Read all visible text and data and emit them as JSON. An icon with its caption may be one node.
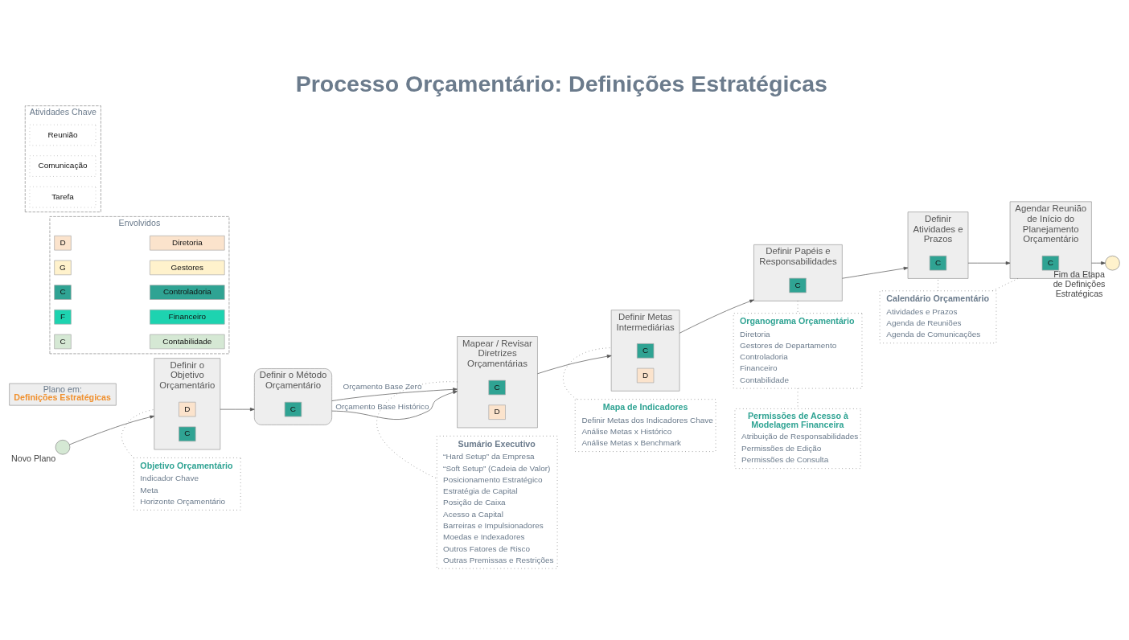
{
  "diagram": {
    "title": "Processo Orçamentário: Definições Estratégicas",
    "nodes": [
      {
        "text": [],
        "shape": "circle",
        "beside": [
          "Novo Plano"
        ]
      },
      {
        "text": [
          "Definir o Objetivo Orçamentário"
        ]
      },
      {
        "text": [
          "D"
        ],
        "in": 1
      },
      {
        "text": [
          "C"
        ],
        "in": 1
      },
      {
        "text": [
          "Definir o Método Orçamentário"
        ]
      },
      {
        "text": [
          "C"
        ],
        "in": 4
      },
      {
        "text": [
          "Mapear / Revisar Diretrizes Orçamentárias"
        ]
      },
      {
        "text": [
          "C"
        ],
        "in": 6
      },
      {
        "text": [
          "D"
        ],
        "in": 6
      },
      {
        "text": [
          "Definir Metas Intermediárias"
        ]
      },
      {
        "text": [
          "C"
        ],
        "in": 9
      },
      {
        "text": [
          "D"
        ],
        "in": 9
      },
      {
        "text": [
          "Definir Papéis e Responsabilidades"
        ]
      },
      {
        "text": [
          "C"
        ],
        "in": 12
      },
      {
        "text": [
          "Definir Atividades e Prazos"
        ]
      },
      {
        "text": [
          "C"
        ],
        "in": 14
      },
      {
        "text": [
          "Agendar Reunião de Início do Planejamento Orçamentário"
        ]
      },
      {
        "text": [
          "C"
        ],
        "in": 16
      },
      {
        "text": [],
        "shape": "circle",
        "beside": [
          "Fim da Etapa de Definições Estratégicas"
        ]
      },
      {
        "text": [
          "Objetivo Orçamentário",
          "Indicador Chave",
          "Meta",
          "Horizonte Orçamentário"
        ]
      },
      {
        "text": [
          "Mapa de Indicadores",
          "Definir Metas dos Indicadores Chave",
          "Análise Metas x Histórico",
          "Análise Metas x Benchmark"
        ]
      },
      {
        "text": [
          "Calendário Orçamentário",
          "Atividades e Prazos",
          "Agenda de Reuniões",
          "Agenda de Comunicações"
        ]
      },
      {
        "text": [
          "Sumário Executivo",
          "“Hard Setup” da Empresa",
          "“Soft Setup” (Cadeia de Valor)",
          "Posicionamento Estratégico",
          "Estratégia de Capital",
          "Posição de Caixa",
          "Acesso a Capital",
          "Barreiras e Impulsionadores",
          "Moedas e Indexadores",
          "Outros Fatores de Risco",
          "Outras Premissas e Restrições"
        ]
      },
      {
        "text": [
          "Organograma Orçamentário",
          "Diretoria",
          "Gestores de Departamento",
          "Controladoria",
          "Financeiro",
          "Contabilidade"
        ]
      },
      {
        "text": [
          "Permissões de Acesso à Modelagem Financeira",
          "Atribuição de Responsabilidades",
          "Permissões de Edição",
          "Permissões de Consulta"
        ]
      },
      {
        "text": [
          "Plano em:",
          "Definições Estratégicas"
        ]
      },
      {
        "text": [
          "Envolvidos"
        ]
      },
      {
        "text": [
          "D"
        ],
        "in": 26
      },
      {
        "text": [
          "Diretoria"
        ],
        "in": 26
      },
      {
        "text": [
          "G"
        ],
        "in": 26
      },
      {
        "text": [
          "Gestores"
        ],
        "in": 26
      },
      {
        "text": [
          "C"
        ],
        "in": 26
      },
      {
        "text": [
          "Controladoria"
        ],
        "in": 26
      },
      {
        "text": [
          "F"
        ],
        "in": 26
      },
      {
        "text": [
          "Financeiro"
        ],
        "in": 26
      },
      {
        "text": [
          "C"
        ],
        "in": 26
      },
      {
        "text": [
          "Contabilidade"
        ],
        "in": 26
      },
      {
        "text": [
          "Atividades Chave"
        ]
      },
      {
        "text": [
          "Reunião"
        ],
        "in": 37
      },
      {
        "text": [
          "Comunicação"
        ],
        "in": 37
      },
      {
        "text": [
          "Tarefa"
        ],
        "in": 37
      }
    ],
    "edges": [
      {
        "from": 0,
        "to": 1,
        "arrow": "to"
      },
      {
        "from": 1,
        "to": 4,
        "arrow": "to"
      },
      {
        "from": 4,
        "to": 6,
        "arrow": "to",
        "label": "Orçamento Base Zero"
      },
      {
        "from": 4,
        "to": 6,
        "arrow": "to",
        "label": "Orçamento Base Histórico"
      },
      {
        "from": 6,
        "to": 9,
        "arrow": "to"
      },
      {
        "from": 9,
        "to": 12,
        "arrow": "to"
      },
      {
        "from": 12,
        "to": 14,
        "arrow": "to"
      },
      {
        "from": 14,
        "to": 16,
        "arrow": "to"
      },
      {
        "from": 16,
        "to": 18,
        "arrow": "to"
      },
      {
        "from": 19,
        "to": 1,
        "arrow": "none",
        "style": "dashed"
      },
      {
        "from": 20,
        "to": 9,
        "arrow": "none",
        "style": "dashed"
      },
      {
        "from": 21,
        "to": 14,
        "arrow": "none",
        "style": "dashed"
      },
      {
        "from": 21,
        "to": 16,
        "arrow": "none",
        "style": "dashed"
      },
      {
        "from": 6,
        "to": 22,
        "arrow": "none",
        "style": "dashed"
      },
      {
        "from": 12,
        "to": 23,
        "arrow": "none",
        "style": "dashed"
      },
      {
        "from": 23,
        "to": 24,
        "arrow": "none",
        "style": "dashed"
      }
    ]
  }
}
